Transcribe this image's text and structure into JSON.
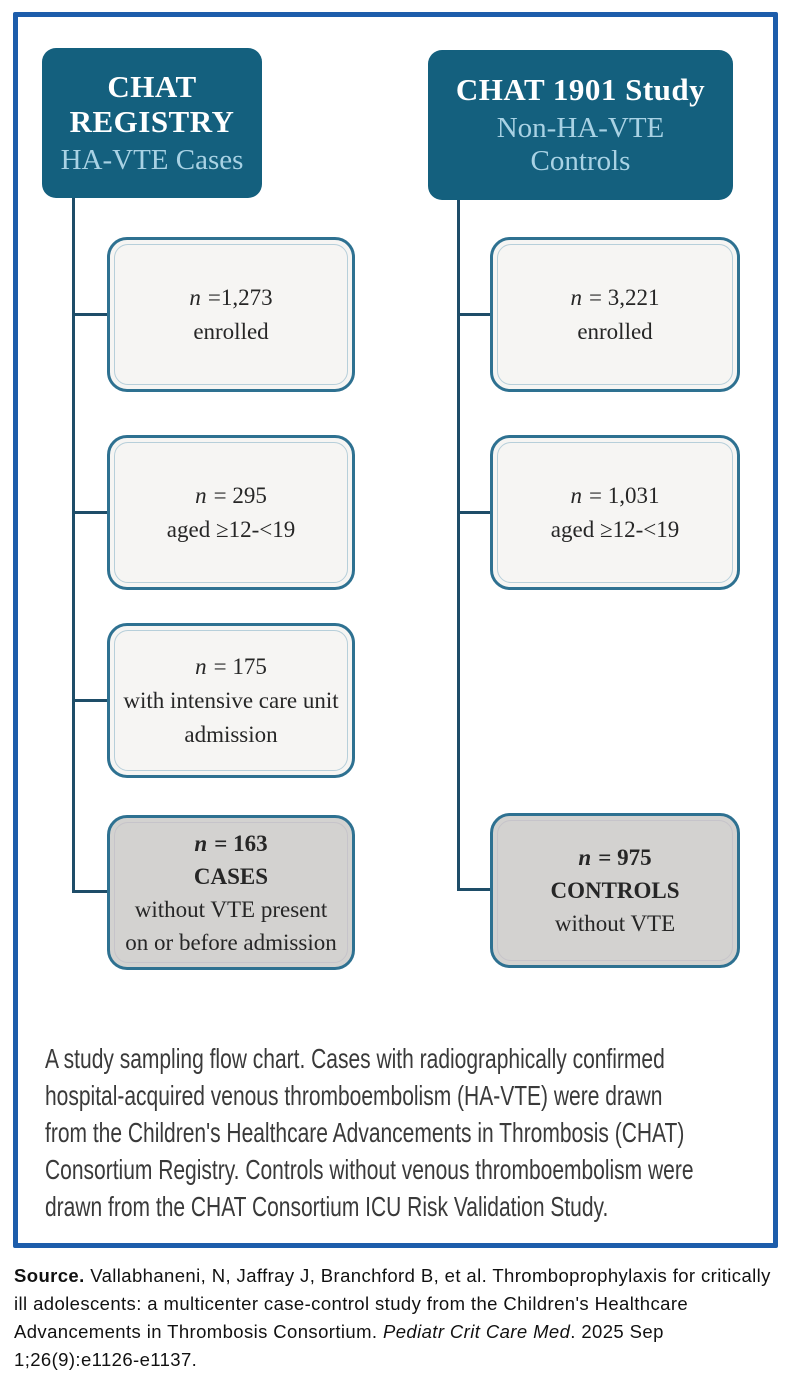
{
  "figure": {
    "type": "study-sampling-flow-chart",
    "columns": [
      {
        "header": {
          "title": "CHAT REGISTRY",
          "subtitle": "HA-VTE Cases"
        },
        "boxes": [
          {
            "n": "n",
            "value": "=1,273",
            "label": "enrolled"
          },
          {
            "n": "n",
            "value": "= 295",
            "label": "aged ≥12-<19"
          },
          {
            "n": "n",
            "value": "= 175",
            "label": "with intensive care unit admission"
          },
          {
            "n": "n",
            "value": "= 163",
            "emphasis": "CASES",
            "label": "without VTE present on or before admission",
            "shaded": true
          }
        ]
      },
      {
        "header": {
          "title": "CHAT 1901 Study",
          "subtitle": "Non-HA-VTE Controls"
        },
        "boxes": [
          {
            "n": "n",
            "value": "= 3,221",
            "label": "enrolled"
          },
          {
            "n": "n",
            "value": "= 1,031",
            "label": "aged ≥12-<19"
          },
          {
            "n": "n",
            "value": "= 975",
            "emphasis": "CONTROLS",
            "label": "without VTE",
            "shaded": true
          }
        ]
      }
    ]
  },
  "caption": {
    "lines": [
      "A study sampling flow chart. Cases with radiographically confirmed",
      "hospital-acquired venous thromboembolism (HA-VTE) were drawn",
      "from the Children's Healthcare Advancements in Thrombosis (CHAT)",
      "Consortium Registry. Controls without venous thromboembolism were",
      "drawn from the CHAT Consortium ICU Risk Validation Study."
    ]
  },
  "source": {
    "label": "Source.",
    "text_before_journal": " Vallabhaneni, N, Jaffray J, Branchford B, et al. Thromboprophylaxis for critically ill adolescents: a multicenter case-control study from the Children's Healthcare Advancements in Thrombosis Consortium. ",
    "journal": "Pediatr Crit Care Med",
    "text_after_journal": ". 2025 Sep 1;26(9):e1126-e1137."
  },
  "colors": {
    "frame_border": "#1d5dab",
    "header_bg": "#14607e",
    "header_text": "#ffffff",
    "header_subtext": "#a9d2e4",
    "box_border": "#2e7191",
    "box_inner_border": "#b7cfda",
    "connector": "#1e4d68",
    "gray_fill": "#d3d2d0",
    "light_fill": "#f6f5f3",
    "text_dark": "#262626",
    "caption_color": "#3a3a3a"
  }
}
